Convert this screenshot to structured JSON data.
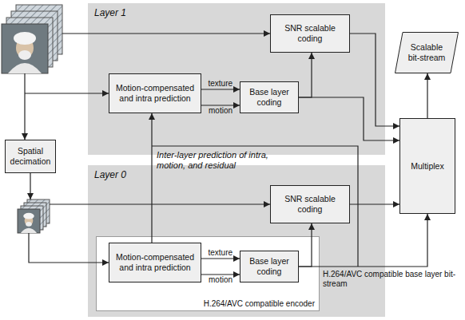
{
  "diagram": {
    "nodes": [
      {
        "text": [
          "Layer 1"
        ]
      },
      {
        "text": [
          "SNR scalable coding"
        ],
        "in": 0
      },
      {
        "text": [
          "Motion-compensated and intra prediction"
        ],
        "in": 0
      },
      {
        "text": [
          "Base layer coding"
        ],
        "in": 0
      },
      {
        "text": [
          "Scalable bit-stream"
        ]
      },
      {
        "text": [
          "Multiplex"
        ]
      },
      {
        "text": [
          "Spatial decimation"
        ]
      },
      {
        "text": [
          "Layer 0"
        ]
      },
      {
        "text": [
          "SNR scalable coding"
        ],
        "in": 7
      },
      {
        "text": [
          "H.264/AVC compatible encoder"
        ],
        "in": 7
      },
      {
        "text": [
          "Motion-compensated and intra prediction"
        ],
        "in": 9
      },
      {
        "text": [
          "Base layer coding"
        ],
        "in": 9
      }
    ],
    "edges": [
      {
        "from": 2,
        "to": 3,
        "label": "texture",
        "arrow": "to"
      },
      {
        "from": 2,
        "to": 3,
        "label": "motion",
        "arrow": "to"
      },
      {
        "from": 3,
        "to": 1,
        "arrow": "to"
      },
      {
        "from": 3,
        "to": 5,
        "arrow": "to"
      },
      {
        "from": 1,
        "to": 5,
        "arrow": "to"
      },
      {
        "from": 5,
        "to": 4,
        "arrow": "to"
      },
      {
        "from": 10,
        "to": 11,
        "label": "texture",
        "arrow": "to"
      },
      {
        "from": 10,
        "to": 11,
        "label": "motion",
        "arrow": "to"
      },
      {
        "from": 11,
        "to": 8,
        "arrow": "to"
      },
      {
        "from": 11,
        "to": 5,
        "arrow": "to"
      },
      {
        "from": 8,
        "to": 5,
        "arrow": "to"
      },
      {
        "from": 10,
        "to": 2,
        "label": "Inter-layer prediction of intra, motion, and residual",
        "arrow": "to"
      }
    ],
    "labels": [
      "H.264/AVC compatible base layer bit-stream"
    ]
  }
}
